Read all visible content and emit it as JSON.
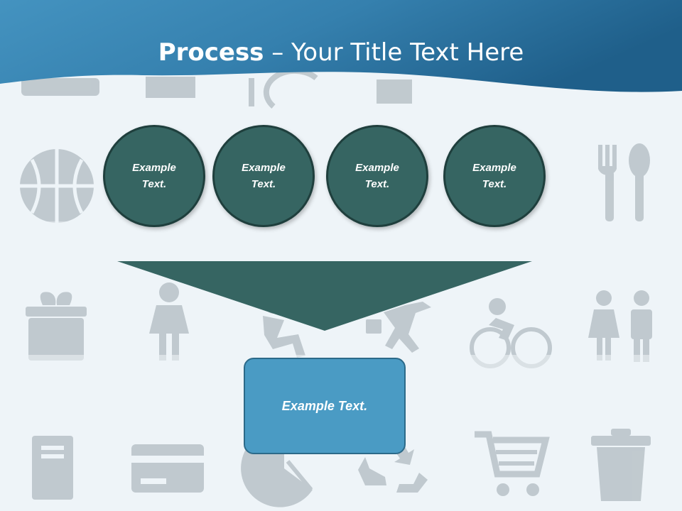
{
  "slide": {
    "title_bold": "Process",
    "title_rest": " – Your Title Text Here"
  },
  "steps": [
    {
      "label": "Example Text."
    },
    {
      "label": "Example Text."
    },
    {
      "label": "Example Text."
    },
    {
      "label": "Example Text."
    }
  ],
  "result": {
    "label": "Example Text."
  },
  "colors": {
    "header": "#2e7aa8",
    "circle_fill": "#366562",
    "funnel_fill": "#366562",
    "box_fill": "#4a9bc4",
    "background": "#eef4f8",
    "icon_gray": "#b5bec4"
  },
  "background_icons": [
    "keyboard-icon",
    "chair-icon",
    "cup-icon",
    "calculator-icon",
    "basketball-icon",
    "fork-spoon-icon",
    "gift-icon",
    "person-gift-icon",
    "runner-icon",
    "businessman-running-icon",
    "cyclist-icon",
    "man-woman-icon",
    "notebook-icon",
    "credit-card-icon",
    "pie-chart-icon",
    "recycle-icon",
    "shopping-cart-icon",
    "trash-can-icon"
  ]
}
